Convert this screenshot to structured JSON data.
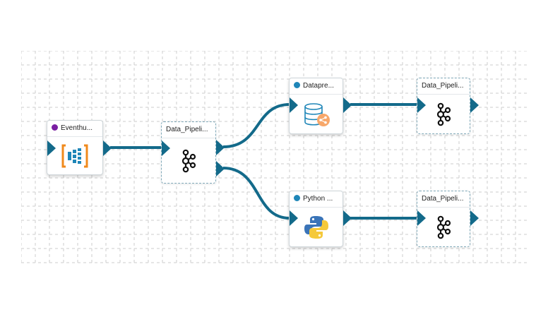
{
  "colors": {
    "edge": "#136a8a",
    "port": "#136a8a",
    "status_purple": "#7a1fa2",
    "status_teal": "#1f86b8"
  },
  "nodes": [
    {
      "label": "Eventhu...",
      "status_color": "#7a1fa2",
      "icon": "eventhub-icon"
    },
    {
      "label": "Data_Pipeli...",
      "icon": "kafka-icon"
    },
    {
      "label": "Datapre...",
      "status_color": "#1f86b8",
      "icon": "database-share-icon"
    },
    {
      "label": "Data_Pipeli...",
      "icon": "kafka-icon"
    },
    {
      "label": "Python ...",
      "status_color": "#1f86b8",
      "icon": "python-icon"
    },
    {
      "label": "Data_Pipeli...",
      "icon": "kafka-icon"
    }
  ]
}
